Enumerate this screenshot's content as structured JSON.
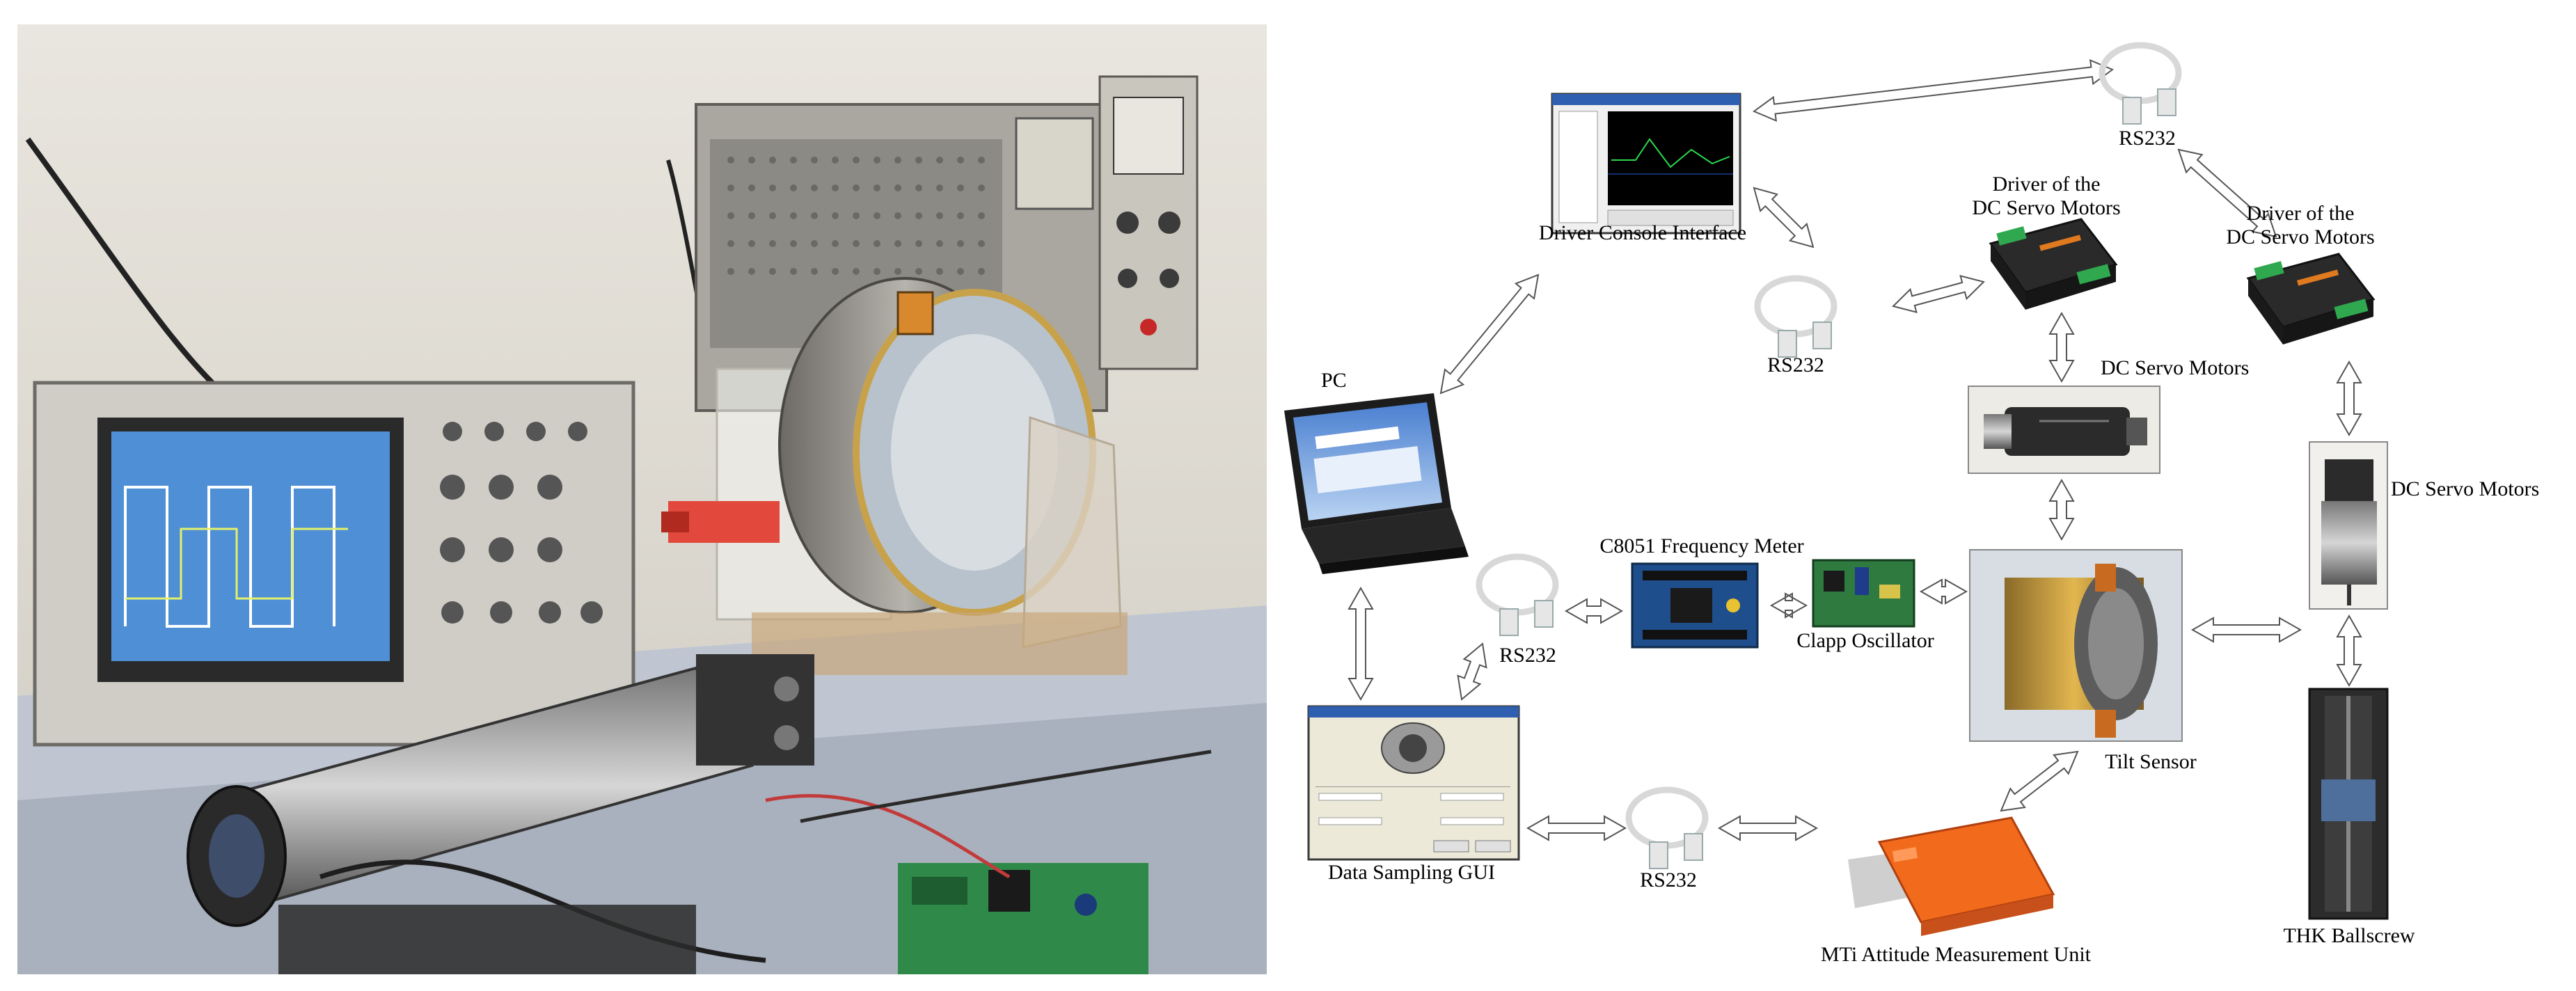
{
  "labels": {
    "rs232_top": "RS232",
    "driver_console": "Driver Console Interface",
    "driver1": "Driver of the\nDC Servo Motors",
    "driver2": "Driver of the\nDC Servo Motors",
    "rs232_mid": "RS232",
    "dc_servo1": "DC Servo Motors",
    "dc_servo2": "DC Servo Motors",
    "pc": "PC",
    "c8051": "C8051 Frequency Meter",
    "rs232_left": "RS232",
    "clapp": "Clapp Oscillator",
    "tilt": "Tilt Sensor",
    "data_gui": "Data Sampling GUI",
    "rs232_bottom": "RS232",
    "mti": "MTi Attitude Measurement Unit",
    "thk": "THK Ballscrew"
  },
  "colors": {
    "arrow_fill": "#ffffff",
    "arrow_stroke": "#555555",
    "driver_body": "#2a2a2a",
    "driver_terminal": "#2fa84f",
    "driver_label": "#e07a1f",
    "mti_body": "#f26a1b",
    "cable": "#d8d8d8"
  }
}
